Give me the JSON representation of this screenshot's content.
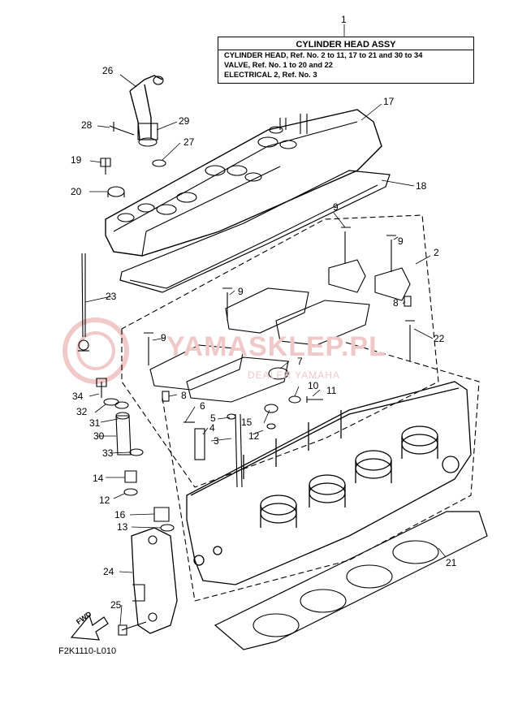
{
  "assembly": {
    "ref": "1",
    "title": "CYLINDER HEAD ASSY",
    "lines": [
      "CYLINDER HEAD, Ref. No. 2 to 11, 17 to 21 and 30 to 34",
      "VALVE, Ref. No. 1 to 20 and 22",
      "ELECTRICAL 2, Ref. No. 3"
    ]
  },
  "callouts": [
    {
      "id": "c1",
      "text": "1"
    },
    {
      "id": "c2",
      "text": "2"
    },
    {
      "id": "c3",
      "text": "3"
    },
    {
      "id": "c4",
      "text": "4"
    },
    {
      "id": "c5",
      "text": "5"
    },
    {
      "id": "c6",
      "text": "6"
    },
    {
      "id": "c7",
      "text": "7"
    },
    {
      "id": "c8a",
      "text": "8"
    },
    {
      "id": "c8b",
      "text": "8"
    },
    {
      "id": "c9a",
      "text": "9"
    },
    {
      "id": "c9b",
      "text": "9"
    },
    {
      "id": "c9c",
      "text": "9"
    },
    {
      "id": "c9d",
      "text": "9"
    },
    {
      "id": "c10",
      "text": "10"
    },
    {
      "id": "c11",
      "text": "11"
    },
    {
      "id": "c12a",
      "text": "12"
    },
    {
      "id": "c12b",
      "text": "12"
    },
    {
      "id": "c13",
      "text": "13"
    },
    {
      "id": "c14",
      "text": "14"
    },
    {
      "id": "c15",
      "text": "15"
    },
    {
      "id": "c16",
      "text": "16"
    },
    {
      "id": "c17",
      "text": "17"
    },
    {
      "id": "c18",
      "text": "18"
    },
    {
      "id": "c19",
      "text": "19"
    },
    {
      "id": "c20",
      "text": "20"
    },
    {
      "id": "c21",
      "text": "21"
    },
    {
      "id": "c22",
      "text": "22"
    },
    {
      "id": "c23",
      "text": "23"
    },
    {
      "id": "c24",
      "text": "24"
    },
    {
      "id": "c25",
      "text": "25"
    },
    {
      "id": "c26",
      "text": "26"
    },
    {
      "id": "c27",
      "text": "27"
    },
    {
      "id": "c28",
      "text": "28"
    },
    {
      "id": "c29",
      "text": "29"
    },
    {
      "id": "c30",
      "text": "30"
    },
    {
      "id": "c31",
      "text": "31"
    },
    {
      "id": "c32",
      "text": "32"
    },
    {
      "id": "c33",
      "text": "33"
    },
    {
      "id": "c34",
      "text": "34"
    }
  ],
  "fwd_label": "FWD",
  "figure_code": "F2K1110-L010",
  "watermark": {
    "main": "YAMASKLEP.PL",
    "sub": "DEALER YAMAHA"
  },
  "colors": {
    "line": "#000000",
    "watermark": "#f0c8c8"
  }
}
